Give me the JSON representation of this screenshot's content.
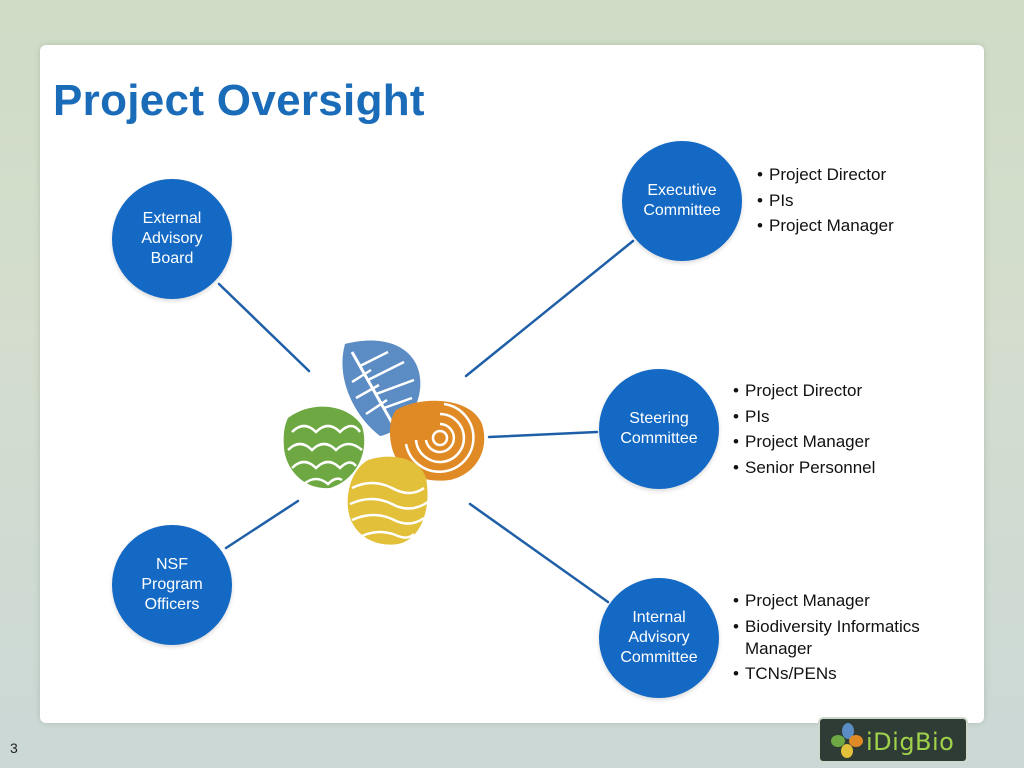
{
  "slide": {
    "title": "Project Oversight",
    "page_number": "3"
  },
  "nodes": {
    "external_advisory_board": {
      "label": "External\nAdvisory\nBoard"
    },
    "nsf_program_officers": {
      "label": "NSF\nProgram\nOfficers"
    },
    "executive_committee": {
      "label": "Executive\nCommittee",
      "members": [
        "Project Director",
        "PIs",
        "Project Manager"
      ]
    },
    "steering_committee": {
      "label": "Steering\nCommittee",
      "members": [
        "Project Director",
        "PIs",
        "Project Manager",
        "Senior Personnel"
      ]
    },
    "internal_advisory_committee": {
      "label": "Internal\nAdvisory\nCommittee",
      "members": [
        "Project Manager",
        "Biodiversity Informatics Manager",
        "TCNs/PENs"
      ]
    }
  },
  "logo": {
    "text": "iDigBio"
  },
  "colors": {
    "title": "#1a6bb8",
    "node_fill": "#1469c4",
    "connector": "#1f5fa8",
    "leaf_blue": "#5b8cc4",
    "leaf_green": "#6ea843",
    "leaf_orange": "#e08a26",
    "leaf_yellow": "#e2c03a"
  }
}
